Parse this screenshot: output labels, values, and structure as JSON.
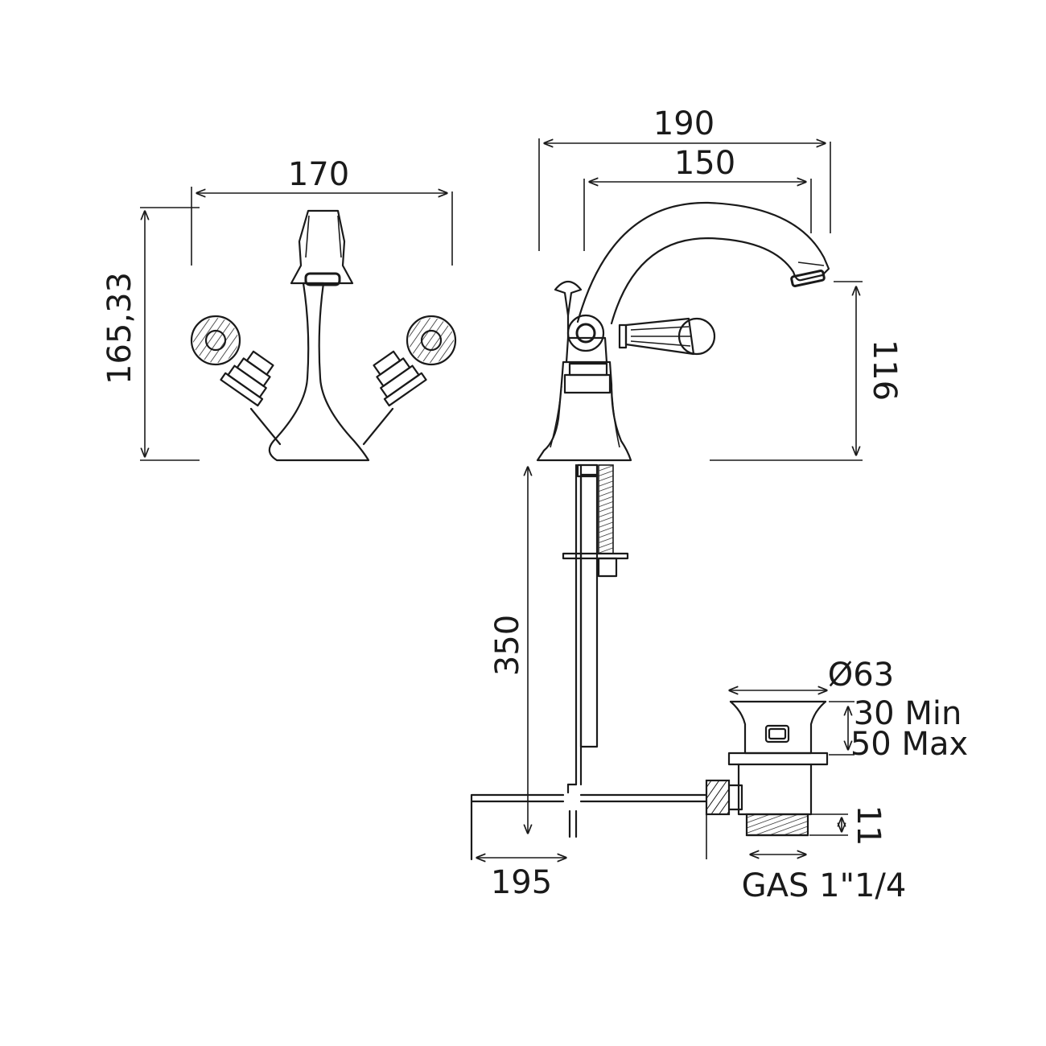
{
  "dimensions": {
    "front_width": "170",
    "front_height": "165,33",
    "side_total_reach": "190",
    "spout_reach": "150",
    "spout_height": "116",
    "rod_length": "350",
    "lever_length": "195",
    "waste_diameter": "Ø63",
    "waste_min": "30 Min",
    "waste_max": "50 Max",
    "thread_height": "11",
    "thread_size": "GAS 1\"1/4"
  },
  "colors": {
    "line": "#1a1a1a",
    "background": "#ffffff"
  }
}
